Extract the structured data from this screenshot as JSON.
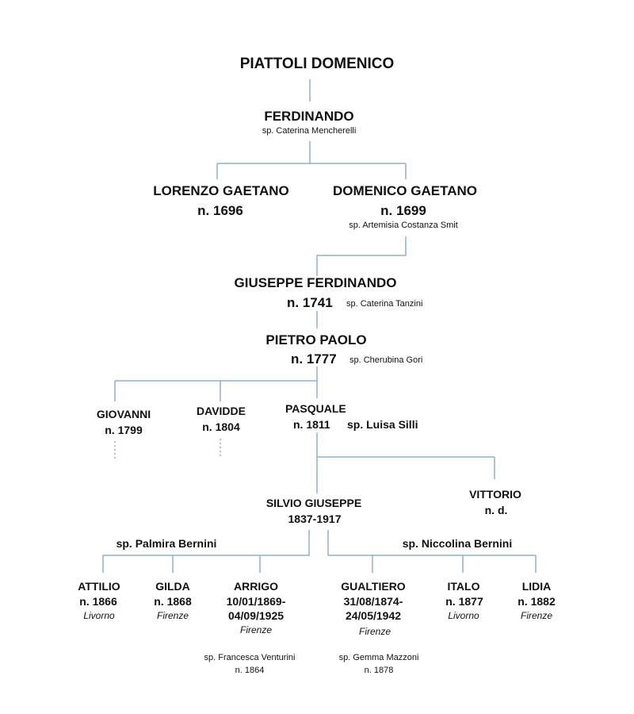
{
  "colors": {
    "line": "#8fb0d2",
    "dots": "#aaaaaa",
    "text": "#111111"
  },
  "root": {
    "name": "PIATTOLI DOMENICO"
  },
  "gen1": {
    "name": "FERDINANDO",
    "spouse": "sp. Caterina Mencherelli"
  },
  "gen2": {
    "lorenzo": {
      "name": "LORENZO GAETANO",
      "birth": "n. 1696"
    },
    "domenico": {
      "name": "DOMENICO GAETANO",
      "birth": "n. 1699",
      "spouse": "sp. Artemisia Costanza Smit"
    }
  },
  "gen3": {
    "name": "GIUSEPPE  FERDINANDO",
    "birth": "n. 1741",
    "spouse": "sp. Caterina Tanzini"
  },
  "gen4": {
    "name": "PIETRO PAOLO",
    "birth": "n. 1777",
    "spouse": "sp. Cherubina Gori"
  },
  "gen5": {
    "giovanni": {
      "name": "GIOVANNI",
      "birth": "n. 1799"
    },
    "davidde": {
      "name": "DAVIDDE",
      "birth": "n. 1804"
    },
    "pasquale": {
      "name": "PASQUALE",
      "birth": "n. 1811",
      "spouse": "sp. Luisa Silli"
    }
  },
  "gen6": {
    "silvio": {
      "name": "SILVIO GIUSEPPE",
      "dates": "1837-1917",
      "spouse1": "sp. Palmira Bernini",
      "spouse2": "sp. Niccolina Bernini"
    },
    "vittorio": {
      "name": "VITTORIO",
      "birth": "n. d."
    }
  },
  "gen7": {
    "attilio": {
      "name": "ATTILIO",
      "birth": "n. 1866",
      "place": "Livorno"
    },
    "gilda": {
      "name": "GILDA",
      "birth": "n. 1868",
      "place": "Firenze"
    },
    "arrigo": {
      "name": "ARRIGO",
      "birth": "10/01/1869-",
      "death": "04/09/1925",
      "place": "Firenze",
      "spouse": "sp. Francesca Venturini",
      "spouse_birth": "n. 1864"
    },
    "gualtiero": {
      "name": "GUALTIERO",
      "birth": "31/08/1874-",
      "death": "24/05/1942",
      "place": "Firenze",
      "spouse": "sp. Gemma Mazzoni",
      "spouse_birth": "n. 1878"
    },
    "italo": {
      "name": "ITALO",
      "birth": "n. 1877",
      "place": "Livorno"
    },
    "lidia": {
      "name": "LIDIA",
      "birth": "n. 1882",
      "place": "Firenze"
    }
  }
}
